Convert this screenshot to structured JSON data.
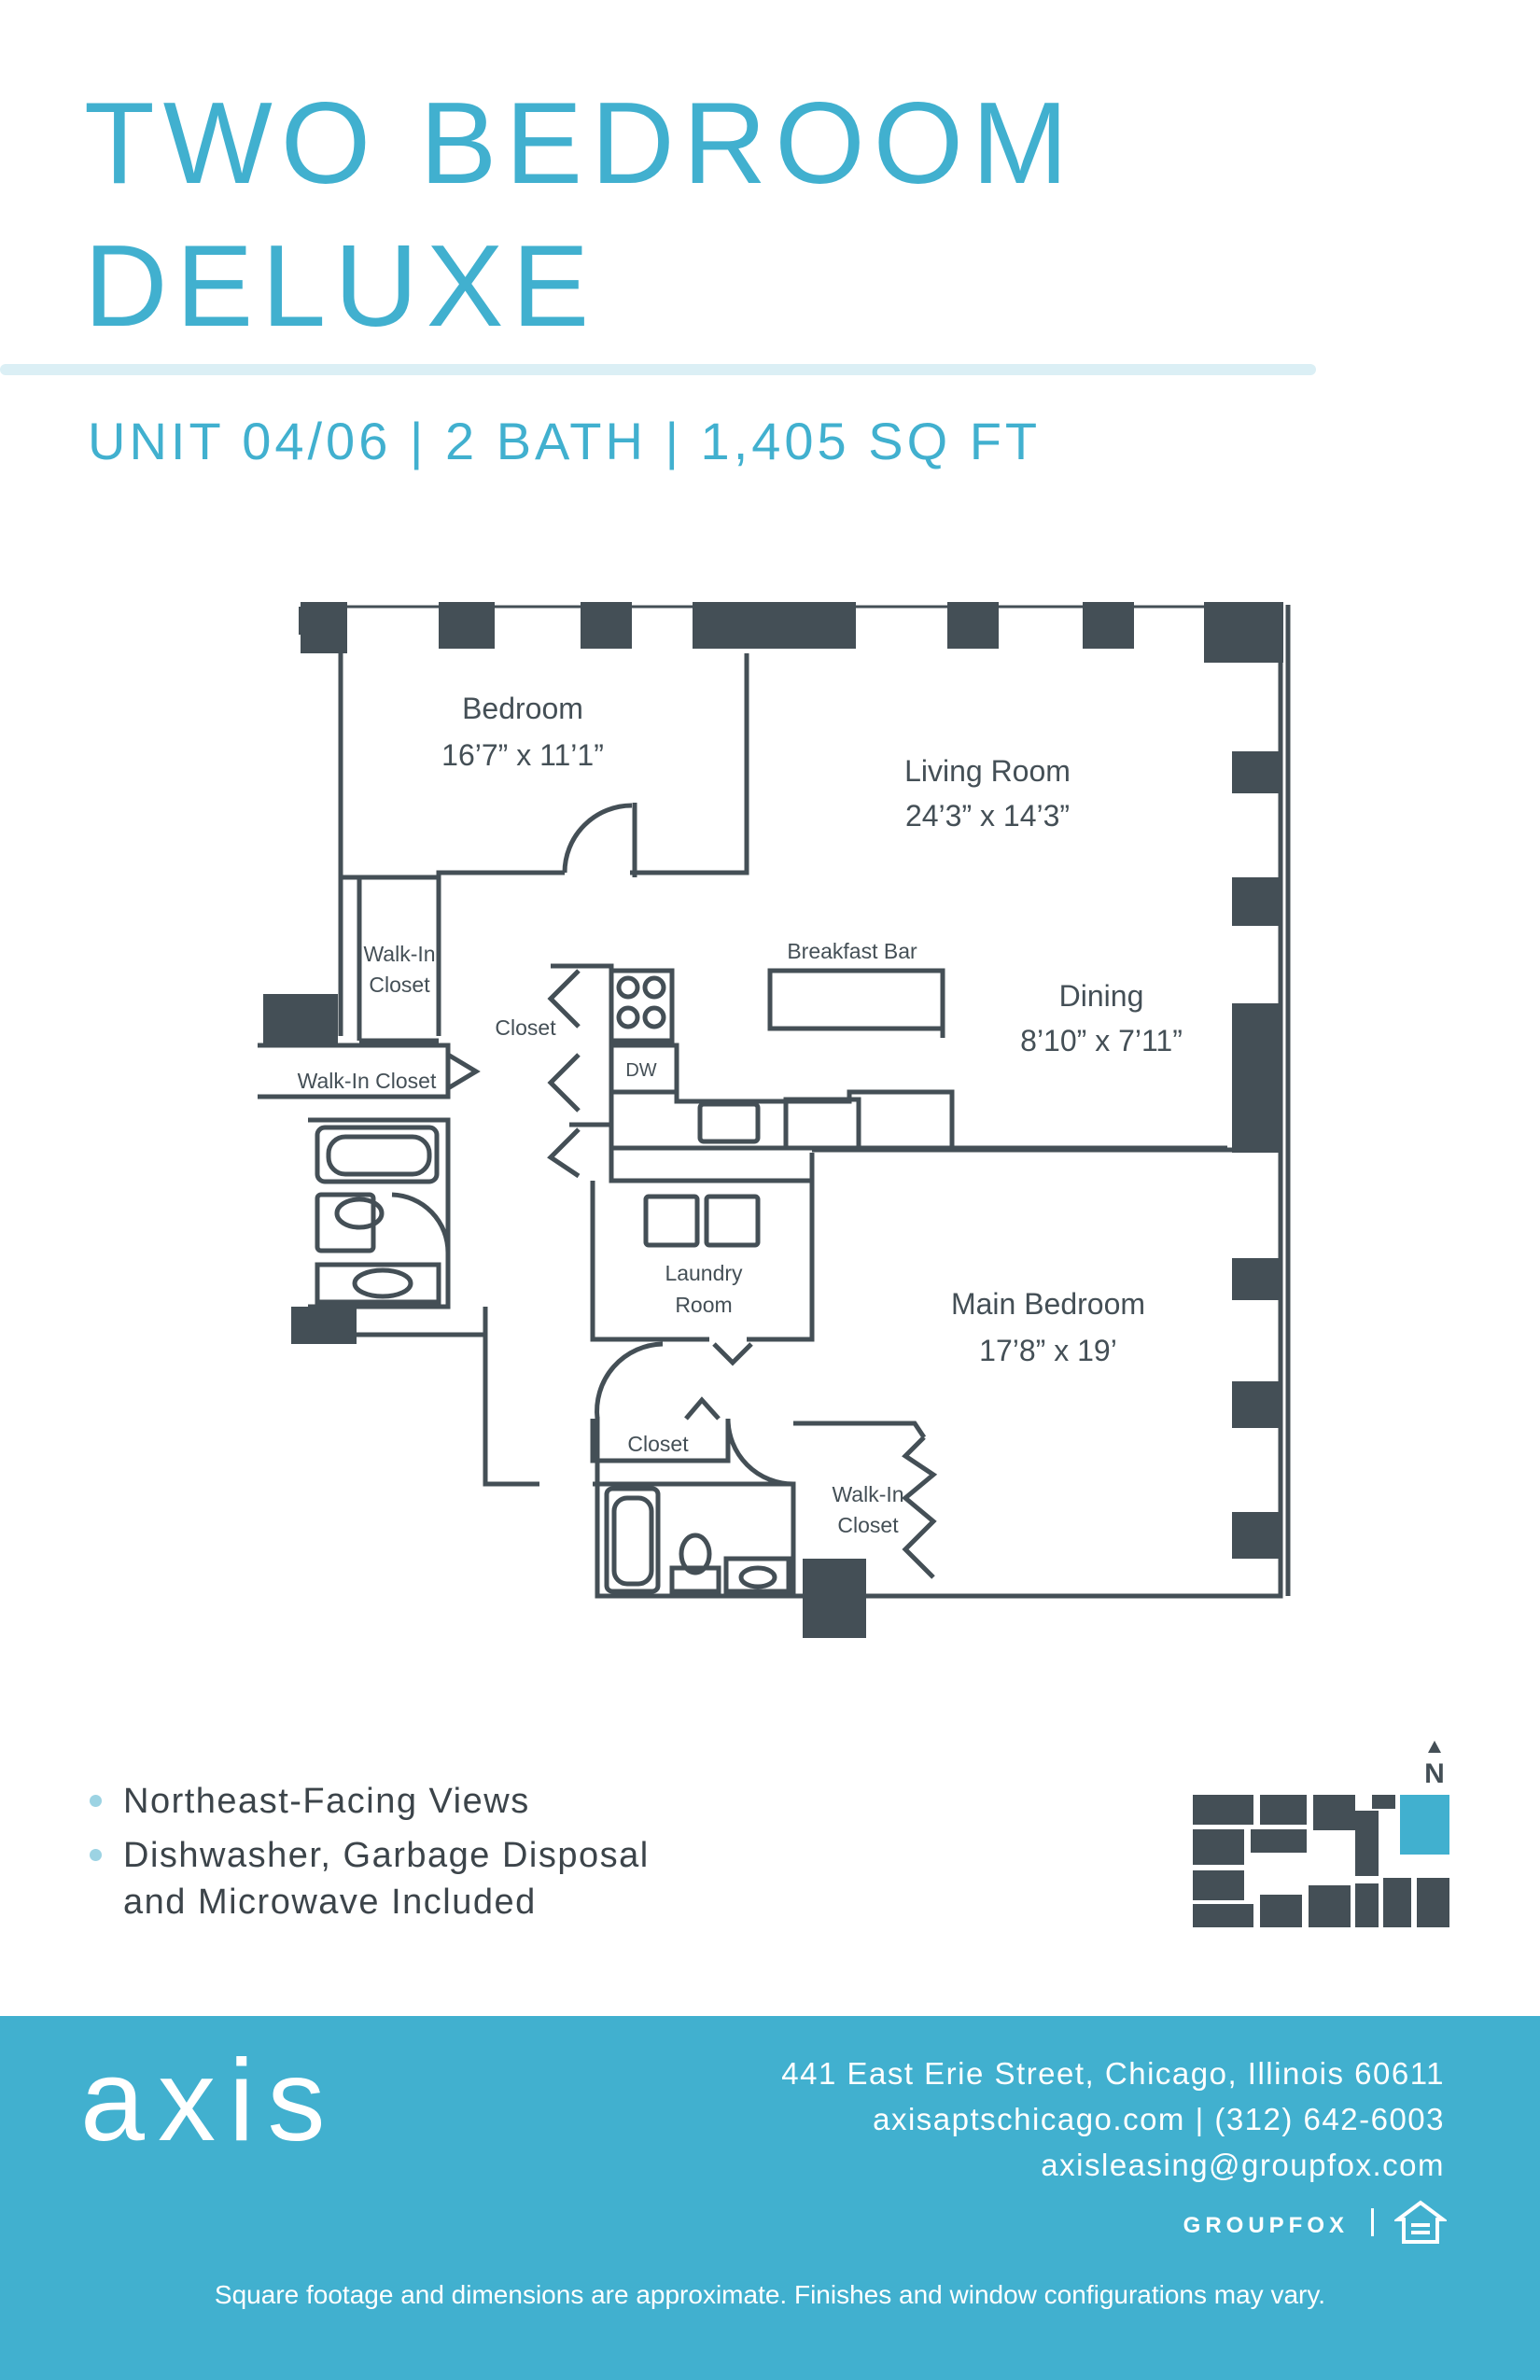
{
  "header": {
    "title_line1": "TWO BEDROOM",
    "title_line2": "DELUXE",
    "subtitle": "UNIT 04/06 | 2 BATH | 1,405 SQ FT"
  },
  "floorplan": {
    "bedroom": {
      "name": "Bedroom",
      "dims": "16’7” x 11’1”"
    },
    "living": {
      "name": "Living Room",
      "dims": "24’3” x 14’3”"
    },
    "dining": {
      "name": "Dining",
      "dims": "8’10” x 7’11”"
    },
    "main_bedroom": {
      "name": "Main Bedroom",
      "dims": "17’8” x 19’"
    },
    "breakfast_bar": "Breakfast Bar",
    "closet": "Closet",
    "closet_bath2": "Closet",
    "walkin_closet_a_line1": "Walk-In",
    "walkin_closet_a_line2": "Closet",
    "walkin_closet_b": "Walk-In Closet",
    "walkin_closet_c_line1": "Walk-In",
    "walkin_closet_c_line2": "Closet",
    "laundry_line1": "Laundry",
    "laundry_line2": "Room",
    "dw": "DW"
  },
  "features": {
    "item1": "Northeast-Facing Views",
    "item2_line1": "Dishwasher, Garbage Disposal",
    "item2_line2": "and Microwave Included"
  },
  "keyplan": {
    "north_label": "N"
  },
  "footer": {
    "brand": "axis",
    "address": "441 East Erie Street, Chicago, Illinois 60611",
    "web_phone": "axisaptschicago.com | (312) 642-6003",
    "email": "axisleasing@groupfox.com",
    "groupfox": "GROUPFOX",
    "disclaimer": "Square footage and dimensions are approximate. Finishes and window configurations may vary."
  },
  "colors": {
    "accent": "#41b0cf",
    "wall": "#444f56",
    "light_rule": "#dbeff5"
  }
}
